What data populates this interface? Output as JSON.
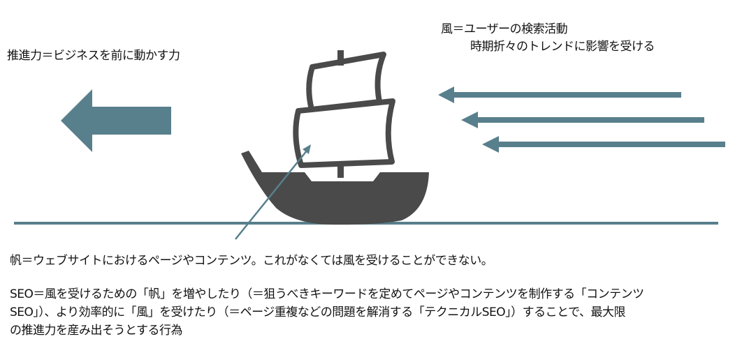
{
  "labels": {
    "propulsion": "推進力＝ビジネスを前に動かす力",
    "wind_line1": "風＝ユーザーの検索活動",
    "wind_line2": "時期折々のトレンドに影響を受ける",
    "sail": "帆＝ウェブサイトにおけるページやコンテンツ。これがなくては風を受けることができない。",
    "seo_line1": "SEO＝風を受けるための「帆」を増やしたり（＝狙うべきキーワードを定めてページやコンテンツを制作する「コンテンツ",
    "seo_line2": "SEO」）、より効率的に「風」を受けたり（＝ページ重複などの問題を解消する「テクニカルSEO」）することで、最大限",
    "seo_line3": "の推進力を産み出そうとする行為"
  },
  "colors": {
    "accent": "#587f8c",
    "ship": "#4a4a4a"
  }
}
